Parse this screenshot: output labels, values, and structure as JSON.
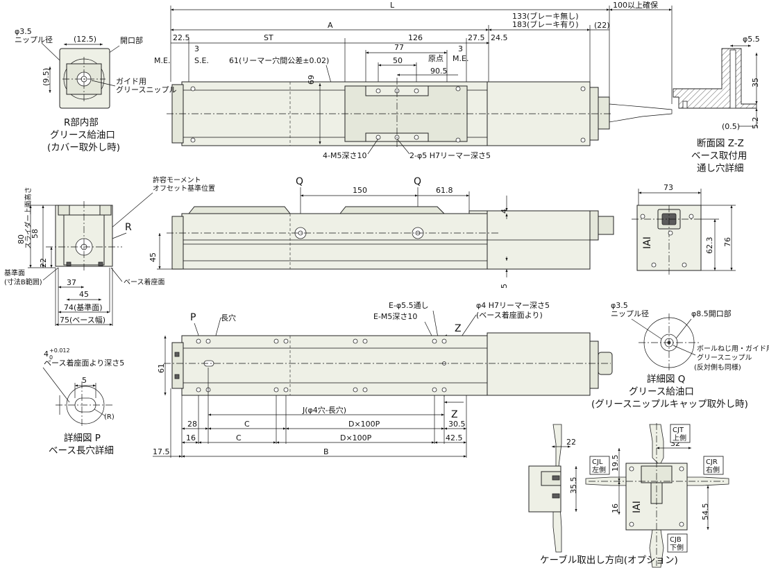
{
  "top_view": {
    "L": "L",
    "A": "A",
    "brake_none": "133(ブレーキ無し)",
    "brake_yes": "183(ブレーキ有り)",
    "clearance": "100以上確保",
    "d22": "(22)",
    "d22_5": "22.5",
    "ST": "ST",
    "d126": "126",
    "d27_5": "27.5",
    "d24_5": "24.5",
    "d77": "77",
    "d3a": "3",
    "d3b": "3",
    "me_left": "M.E.",
    "se": "S.E.",
    "reamer": "61(リーマー穴間公差±0.02)",
    "d50": "50",
    "origin": "原点",
    "me_right": "M.E.",
    "d90_5": "90.5",
    "d69": "69",
    "m5": "4-M5深さ10",
    "reamer_hole": "2-φ5 H7リーマー深さ5"
  },
  "r_detail": {
    "phi": "φ3.5",
    "nipple": "ニップル径",
    "d12_5": "(12.5)",
    "opening": "開口部",
    "d9_5": "(9.5)",
    "guide1": "ガイド用",
    "guide2": "グリースニップル",
    "cap1": "R部内部",
    "cap2": "グリース給油口",
    "cap3": "(カバー取外し時)"
  },
  "zz_detail": {
    "phi": "φ5.5",
    "d35": "35",
    "d5_2": "5.2",
    "d0_5": "(0.5)",
    "cap1": "断面図 Z-Z",
    "cap2": "ベース取付用",
    "cap3": "通し穴詳細"
  },
  "end_view": {
    "note1": "許容モーメント",
    "note2": "オフセット基準位置",
    "R": "R",
    "d80": "80",
    "slider": "スライダー上面高さ",
    "d58": "58",
    "d22": "22",
    "base_ref": "基準面",
    "range": "(寸法B範囲)",
    "seat": "ベース着座面",
    "d37": "37",
    "d45": "45",
    "d74": "74(基準面)",
    "d75": "75(ベース幅)"
  },
  "side_view": {
    "Q1": "Q",
    "Q2": "Q",
    "d150": "150",
    "d61_8": "61.8",
    "d4": "4",
    "d5": "5",
    "d45": "45"
  },
  "motor_end": {
    "d73": "73",
    "d62_3": "62.3",
    "d76": "76",
    "logo": "IAI"
  },
  "bottom_view": {
    "P": "P",
    "long_hole": "長穴",
    "e_thru": "E-φ5.5通し",
    "e_m5": "E-M5深さ10",
    "phi4": "φ4 H7リーマー深さ5",
    "phi4b": "(ベース着座面より)",
    "Z1": "Z",
    "Z2": "Z",
    "d61": "61",
    "J": "J(φ4穴-長穴)",
    "d28": "28",
    "C1": "C",
    "D1": "D×100P",
    "d30_5": "30.5",
    "d16": "16",
    "C2": "C",
    "D2": "D×100P",
    "d42_5": "42.5",
    "d17_5": "17.5",
    "B": "B"
  },
  "p_detail": {
    "tol": "4",
    "tol_up": "+0.012",
    "tol_dn": "0",
    "depth": "ベース着座面より深さ5",
    "d5": "5",
    "R": "(R)",
    "cap1": "詳細図 P",
    "cap2": "ベース長穴詳細"
  },
  "q_detail": {
    "phi": "φ3.5",
    "nipple": "ニップル径",
    "phi8": "φ8.5開口部",
    "ball1": "ボールねじ用・ガイド用",
    "ball2": "グリースニップル",
    "ball3": "(反対側も同様)",
    "cap1": "詳細図 Q",
    "cap2": "グリース給油口",
    "cap3": "(グリースニップルキャップ取外し時)"
  },
  "cable": {
    "cjt1": "CJT",
    "cjt2": "上側",
    "cjl1": "CJL",
    "cjl2": "左側",
    "cjr1": "CJR",
    "cjr2": "右側",
    "cjb1": "CJB",
    "cjb2": "下側",
    "d22": "22",
    "d19_5": "19.5",
    "d35_5": "35.5",
    "d32": "32",
    "d16": "16",
    "d54_5": "54.5",
    "logo": "IAI",
    "caption": "ケーブル取出し方向(オプション)"
  }
}
